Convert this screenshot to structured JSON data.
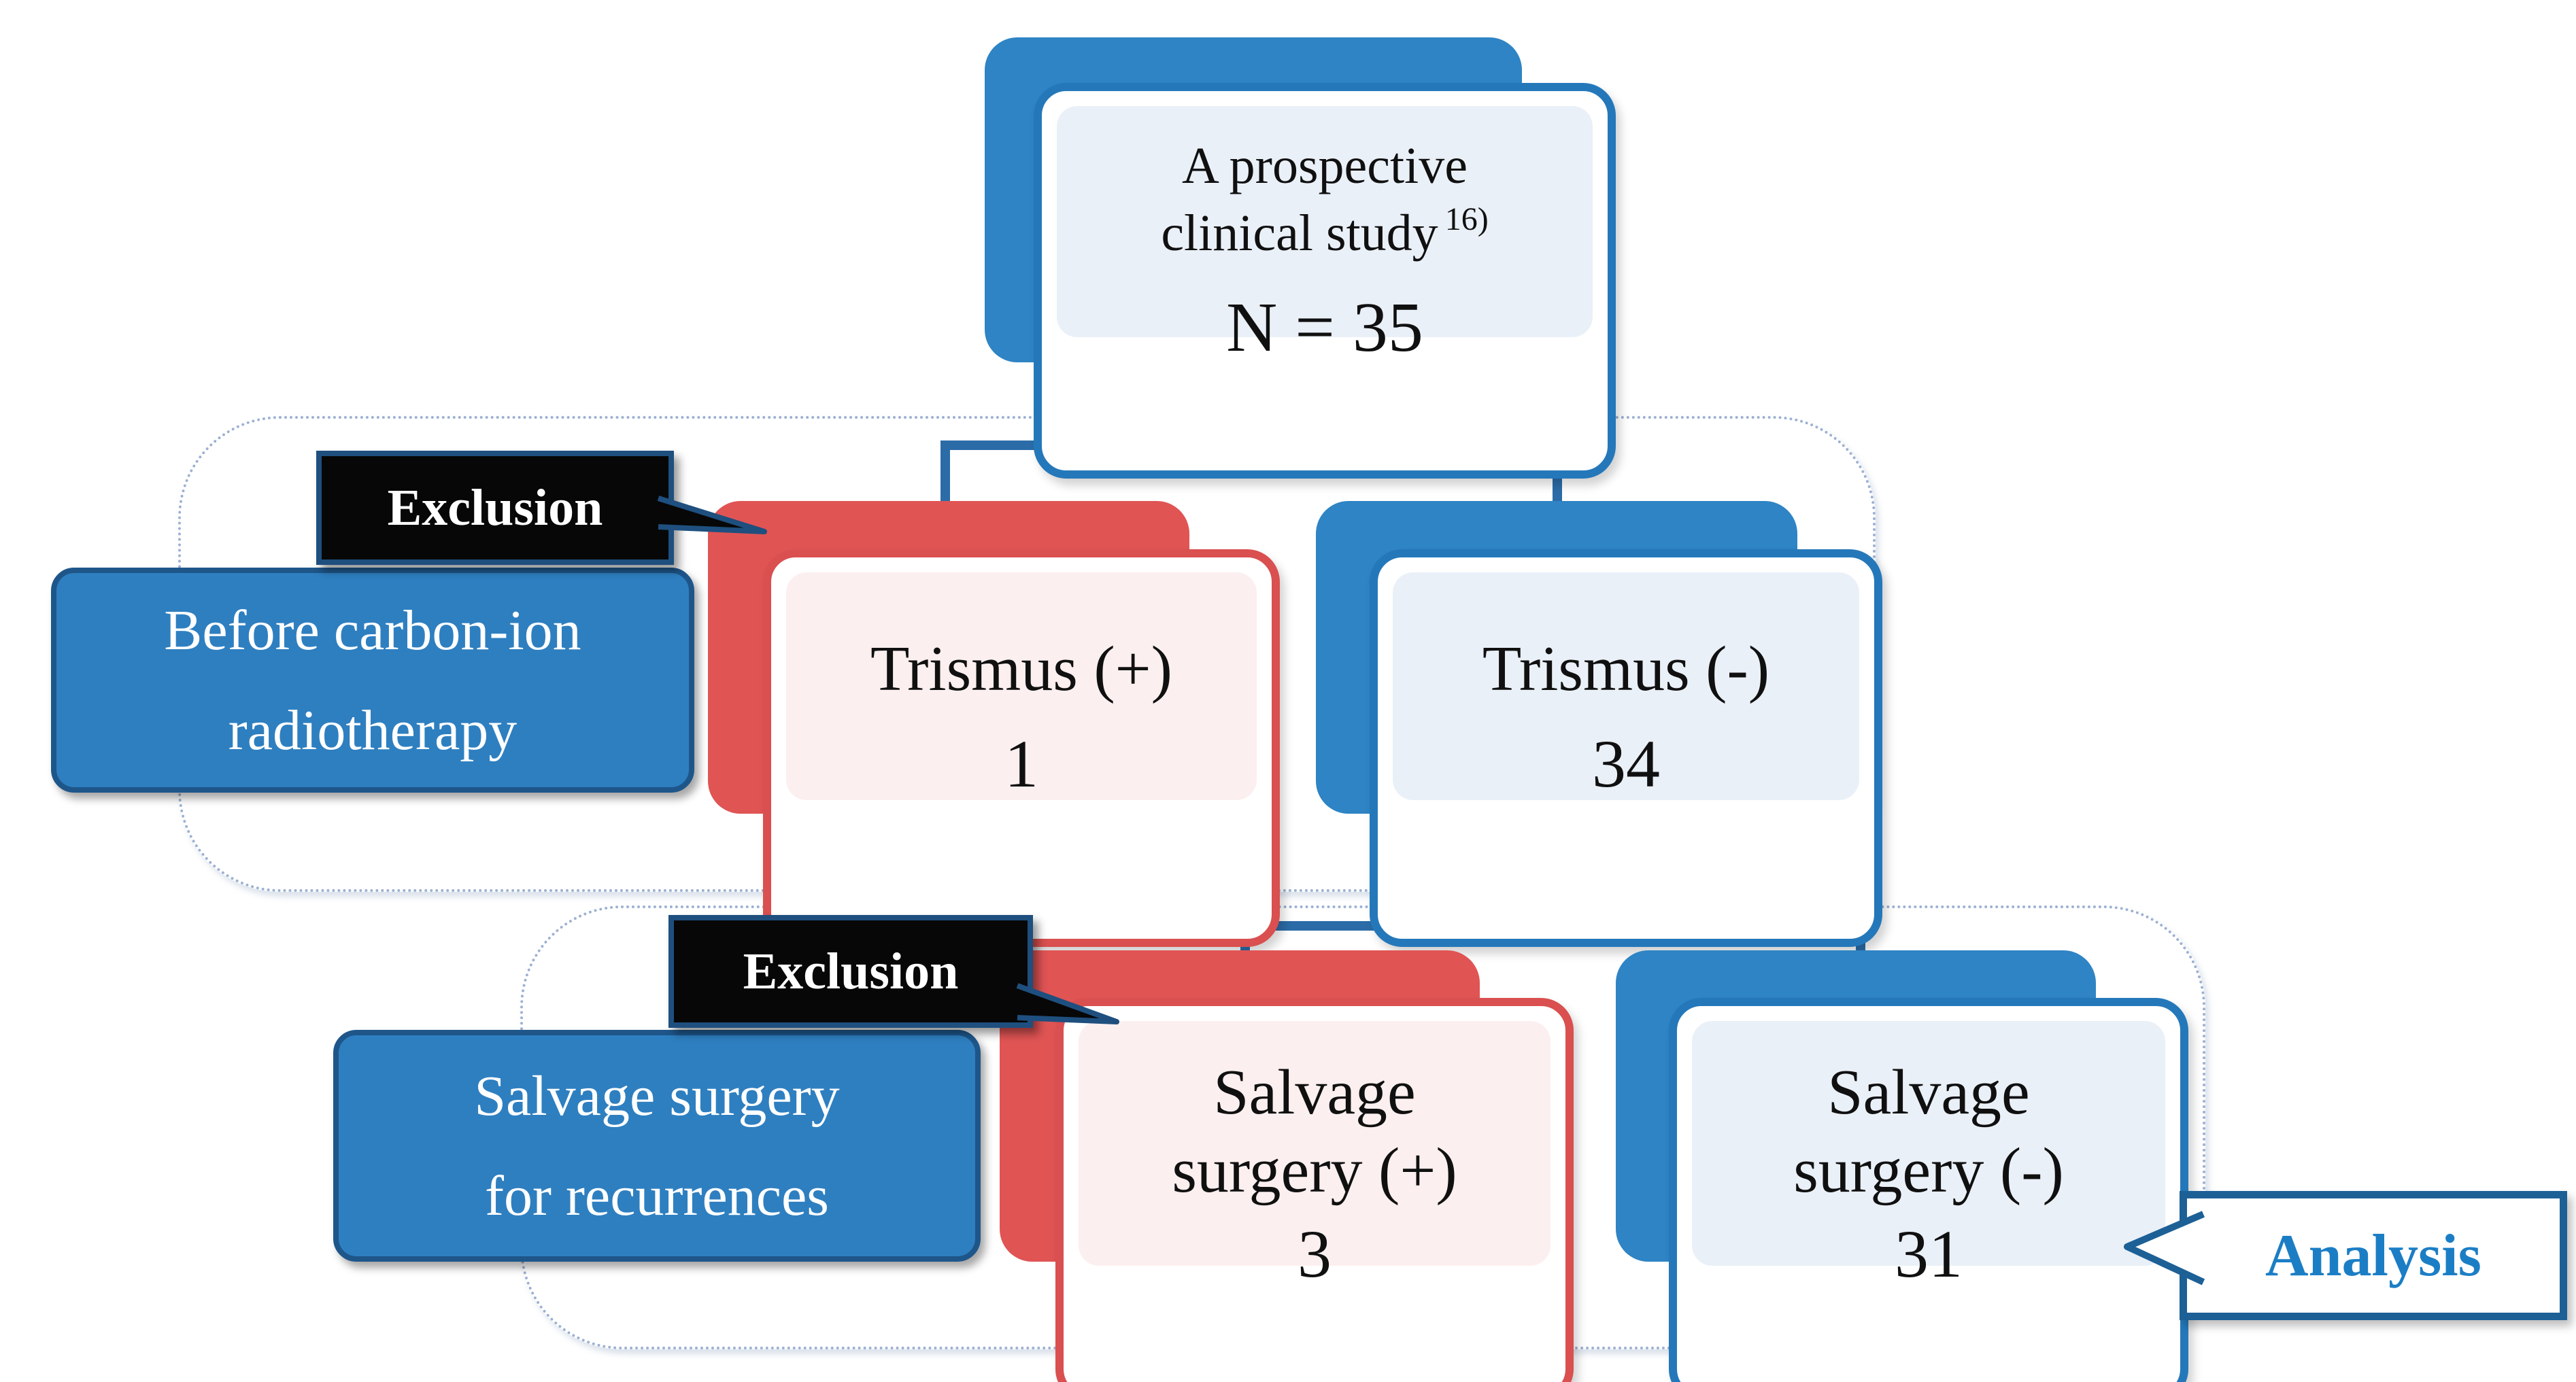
{
  "figure": {
    "root": {
      "title_lines": [
        "A prospective",
        "clinical study"
      ],
      "reference": "16)",
      "count": "N = 35"
    },
    "stage1": {
      "exclusion_label": "Exclusion",
      "phase_label_lines": [
        "Before carbon-ion",
        "radiotherapy"
      ],
      "excluded": {
        "label": "Trismus (+)",
        "count": "1"
      },
      "retained": {
        "label": "Trismus (-)",
        "count": "34"
      }
    },
    "stage2": {
      "exclusion_label": "Exclusion",
      "phase_label_lines": [
        "Salvage surgery",
        "for recurrences"
      ],
      "excluded": {
        "label_lines": [
          "Salvage",
          "surgery (+)"
        ],
        "count": "3"
      },
      "retained": {
        "label_lines": [
          "Salvage",
          "surgery (-)"
        ],
        "count": "31"
      },
      "analysis_label": "Analysis"
    },
    "colors": {
      "blue_fill": "#2e84c4",
      "blue_border": "#2478ba",
      "navy_border": "#1e568a",
      "red_fill": "#e05454",
      "red_border": "#da4f4f",
      "light_blue_tint": "#eaf0f8",
      "light_pink_tint": "#fcefef",
      "connector_blue": "#2b6ca8",
      "outline_dotted": "#9cb0d2",
      "callout_black": "#070707",
      "analysis_text": "#1b7ec5"
    }
  }
}
